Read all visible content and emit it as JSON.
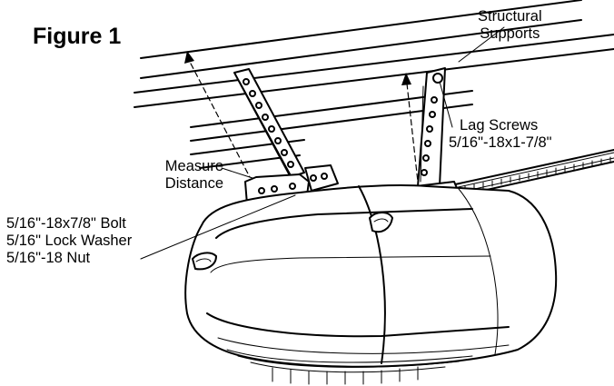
{
  "figure": {
    "title": "Figure 1"
  },
  "callouts": {
    "structural_supports": {
      "line1": "Structural",
      "line2": "Supports"
    },
    "lag_screws": {
      "line1": "Lag Screws",
      "line2": "5/16\"-18x1-7/8\""
    },
    "measure_distance": {
      "line1": "Measure",
      "line2": "Distance"
    },
    "hardware": {
      "bolt": "5/16\"-18x7/8\"  Bolt",
      "washer": "5/16\" Lock Washer",
      "nut": "5/16\"-18 Nut"
    }
  },
  "colors": {
    "ink": "#000000",
    "paper": "#ffffff"
  }
}
